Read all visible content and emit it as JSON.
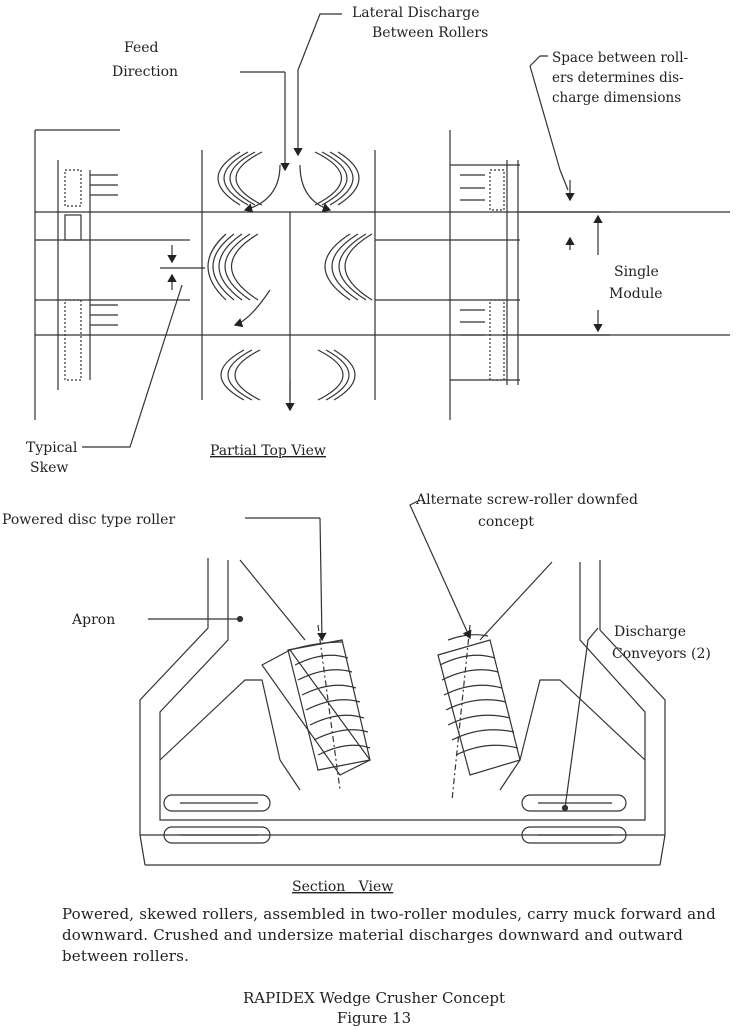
{
  "labels": {
    "feed_direction_1": "Feed",
    "feed_direction_2": "Direction",
    "lateral_discharge_1": "Lateral Discharge",
    "lateral_discharge_2": "Between Rollers",
    "space_between_1": "Space between roll-",
    "space_between_2": "ers determines dis-",
    "space_between_3": "charge dimensions",
    "single_module_1": "Single",
    "single_module_2": "Module",
    "typical_skew_1": "Typical",
    "typical_skew_2": "Skew",
    "partial_top_view": "Partial Top View",
    "powered_disc_roller": "Powered disc type roller",
    "alternate_screw_1": "Alternate screw-roller downfed",
    "alternate_screw_2": "concept",
    "apron": "Apron",
    "discharge_conveyors_1": "Discharge",
    "discharge_conveyors_2": "Conveyors (2)",
    "section_view": "Section   View"
  },
  "caption": "Powered, skewed rollers, assembled in two-roller modules, carry muck forward and downward. Crushed and undersize material discharges downward and outward between rollers.",
  "figure_title": "RAPIDEX Wedge Crusher Concept",
  "figure_number": "Figure 13"
}
